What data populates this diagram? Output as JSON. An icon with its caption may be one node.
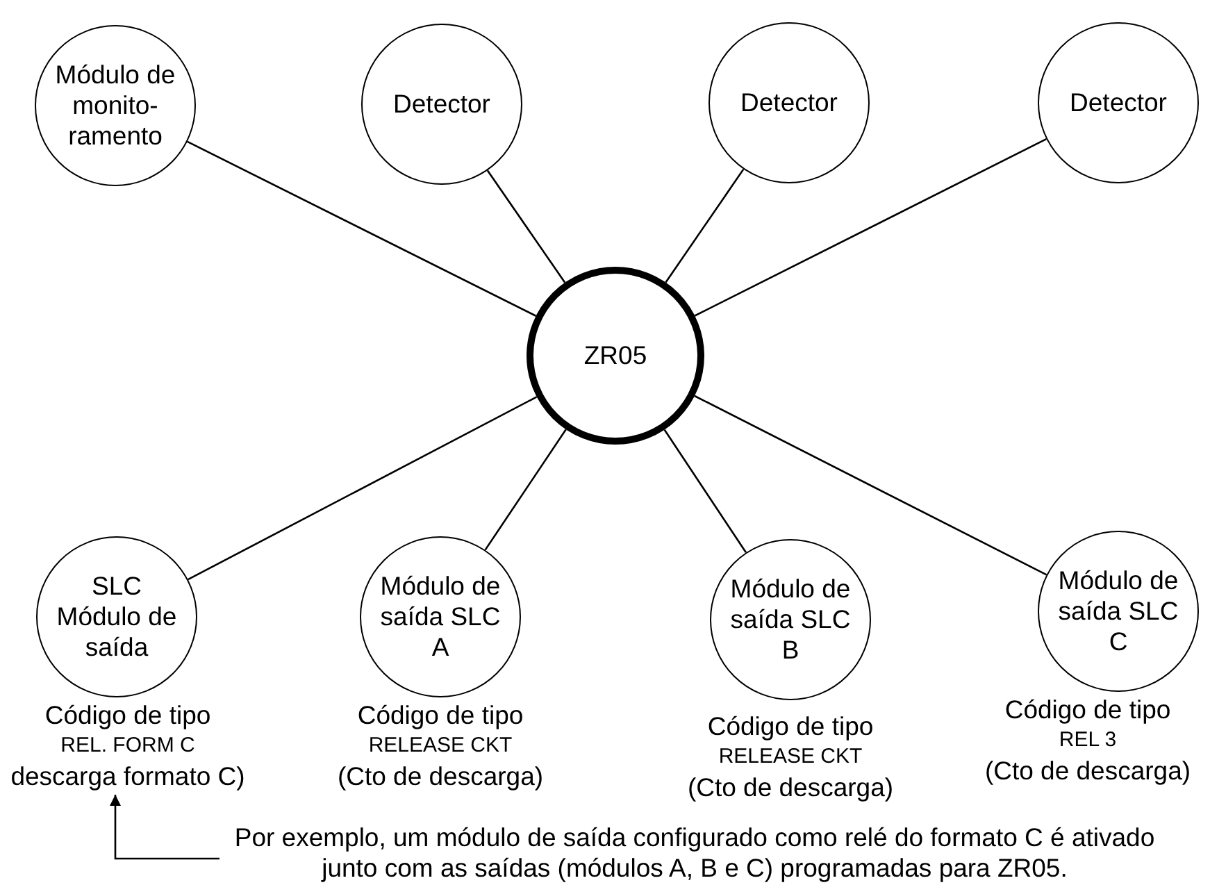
{
  "diagram": {
    "nodes": [
      {
        "text": [
          "Módulo de monito-ramento"
        ]
      },
      {
        "text": [
          "Detector"
        ]
      },
      {
        "text": [
          "Detector"
        ]
      },
      {
        "text": [
          "Detector"
        ]
      },
      {
        "text": [
          "ZR05"
        ]
      },
      {
        "text": [
          "SLC Módulo de saída"
        ],
        "beside": [
          "Código de tipo",
          "REL. FORM C",
          "descarga formato C)"
        ]
      },
      {
        "text": [
          "Módulo de saída SLC A"
        ],
        "beside": [
          "Código de tipo",
          "RELEASE CKT",
          "(Cto de descarga)"
        ]
      },
      {
        "text": [
          "Módulo de saída SLC B"
        ],
        "beside": [
          "Código de tipo",
          "RELEASE CKT",
          "(Cto de descarga)"
        ]
      },
      {
        "text": [
          "Módulo de saída SLC C"
        ],
        "beside": [
          "Código de tipo",
          "REL 3",
          "(Cto de descarga)"
        ]
      },
      {
        "text": [
          "Por exemplo, um módulo de saída configurado como relé do formato C é ativado junto com as saídas (módulos A, B e C) programadas para ZR05."
        ]
      }
    ],
    "edges": [
      {
        "from": 0,
        "to": 4,
        "arrow": "none"
      },
      {
        "from": 1,
        "to": 4,
        "arrow": "none"
      },
      {
        "from": 2,
        "to": 4,
        "arrow": "none"
      },
      {
        "from": 3,
        "to": 4,
        "arrow": "none"
      },
      {
        "from": 4,
        "to": 5,
        "arrow": "none"
      },
      {
        "from": 4,
        "to": 6,
        "arrow": "none"
      },
      {
        "from": 4,
        "to": 7,
        "arrow": "none"
      },
      {
        "from": 4,
        "to": 8,
        "arrow": "none"
      },
      {
        "from": 9,
        "to": 5,
        "arrow": "to"
      }
    ]
  }
}
